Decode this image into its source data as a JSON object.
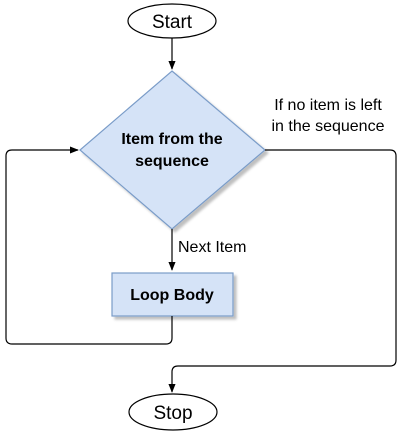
{
  "nodes": {
    "start": "Start",
    "decision_line1": "Item from the",
    "decision_line2": "sequence",
    "body": "Loop Body",
    "stop": "Stop"
  },
  "edges": {
    "next_item": "Next Item",
    "exit_line1": "If no item is left",
    "exit_line2": "in the sequence"
  },
  "colors": {
    "node_fill": "#d5e3f7",
    "node_stroke": "#7a9cc8",
    "line": "#000000"
  }
}
